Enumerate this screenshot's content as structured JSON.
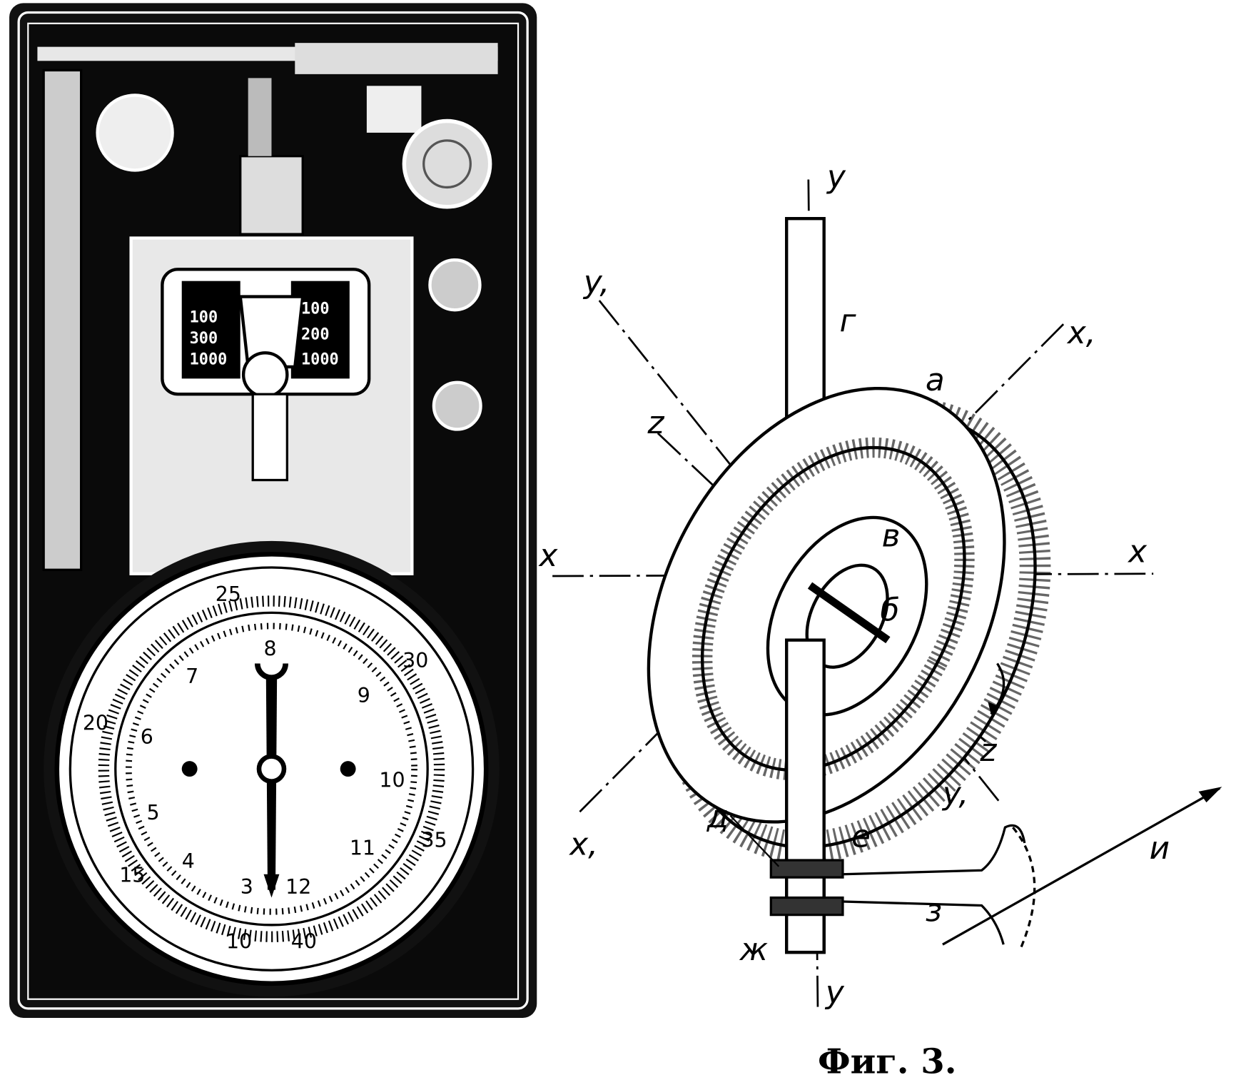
{
  "caption": "Фиг. 3.",
  "tachometer": {
    "window_left": [
      "100",
      "300",
      "1000"
    ],
    "window_right": [
      "100",
      "200",
      "1000"
    ],
    "dial_inner": [
      "3",
      "4",
      "5",
      "6",
      "7",
      "8",
      "9",
      "10",
      "11",
      "12"
    ],
    "dial_outer": [
      "10",
      "15",
      "20",
      "25",
      "30",
      "35",
      "40"
    ]
  },
  "gyroscope": {
    "labels": {
      "y_top": "y",
      "y_bottom": "y",
      "y1_top": "y,",
      "y1_bottom": "y,",
      "x1_top": "x,",
      "x1_bottom": "x,",
      "x_left": "x",
      "x_right": "x",
      "z_top": "z",
      "z_bottom": "z",
      "a": "a",
      "b": "б",
      "v": "в",
      "g": "г",
      "d": "д",
      "e": "е",
      "zh": "ж",
      "ze": "з",
      "i": "и"
    }
  }
}
